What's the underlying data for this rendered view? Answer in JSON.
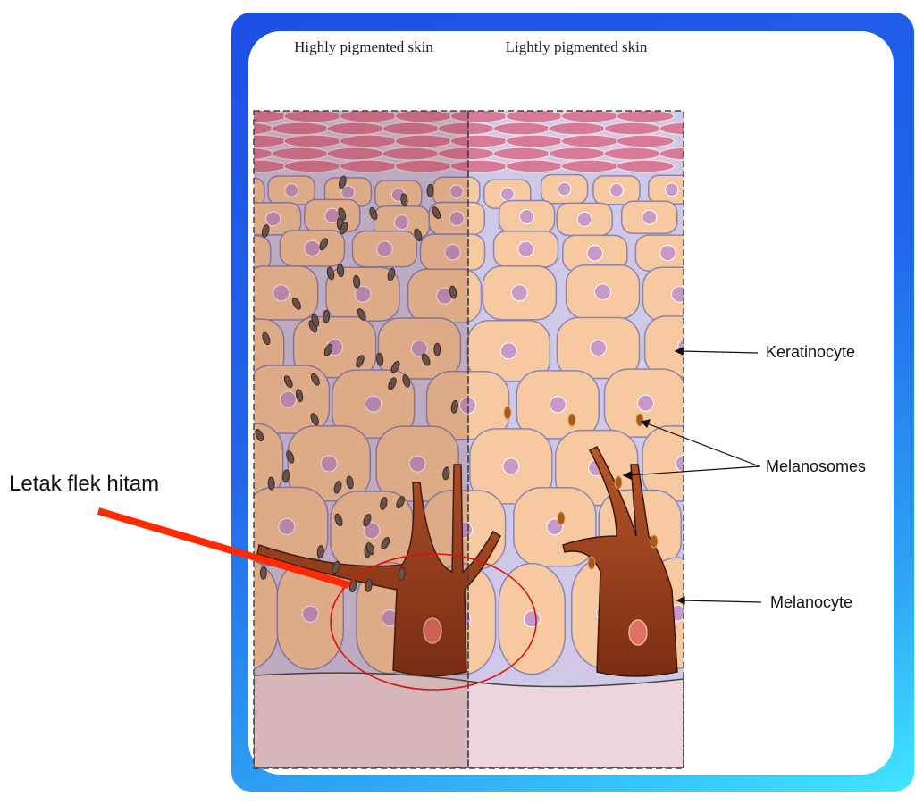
{
  "headers": {
    "left": "Highly pigmented skin",
    "right": "Lightly pigmented skin"
  },
  "labels": {
    "keratinocyte": "Keratinocyte",
    "melanosomes": "Melanosomes",
    "melanocyte": "Melanocyte"
  },
  "callout": {
    "text": "Letak flek hitam",
    "color": "#ff2a00"
  },
  "colors": {
    "frame_start": "#1d4fe6",
    "frame_end": "#42e6ff",
    "cell": "#f7c9a0",
    "melanocyte": "#9a3f1c",
    "dermis": "#ecd6dc"
  }
}
